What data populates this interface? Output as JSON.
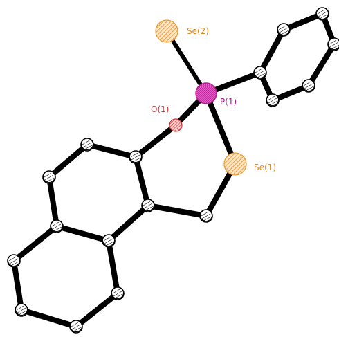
{
  "labels": {
    "se2": "Se(2)",
    "p1": "P(1)",
    "o1": "O(1)",
    "se1": "Se(1)"
  },
  "colors": {
    "selenium": "#f0a040",
    "phosphorus": "#cc2aa8",
    "oxygen": "#e04040",
    "carbon": "#000000",
    "bond": "#000000"
  }
}
